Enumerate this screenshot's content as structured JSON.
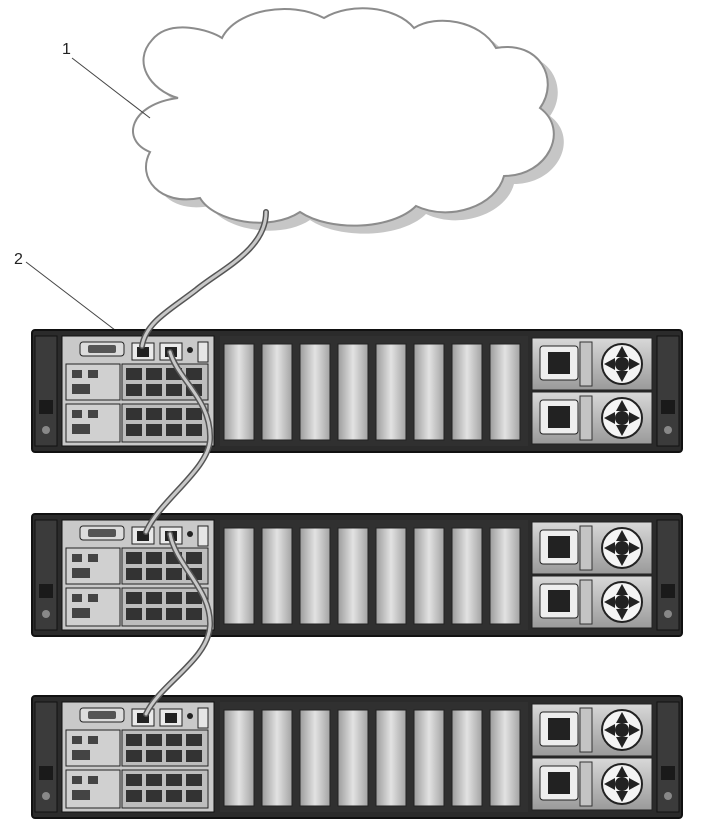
{
  "callouts": [
    {
      "label": "1",
      "target": "network-cloud"
    },
    {
      "label": "2",
      "target": "server-1-management-port"
    }
  ],
  "servers": [
    {
      "id": "server-1"
    },
    {
      "id": "server-2"
    },
    {
      "id": "server-3"
    }
  ],
  "colors": {
    "chassis": "#2f2f2f",
    "chassis_edge": "#151515",
    "panel_light": "#d9d9d9",
    "slot_fill": "#bdbdbd",
    "cable": "#8a8a8a",
    "cloud_fill": "#ffffff",
    "cloud_shadow": "#c9c9c9"
  }
}
